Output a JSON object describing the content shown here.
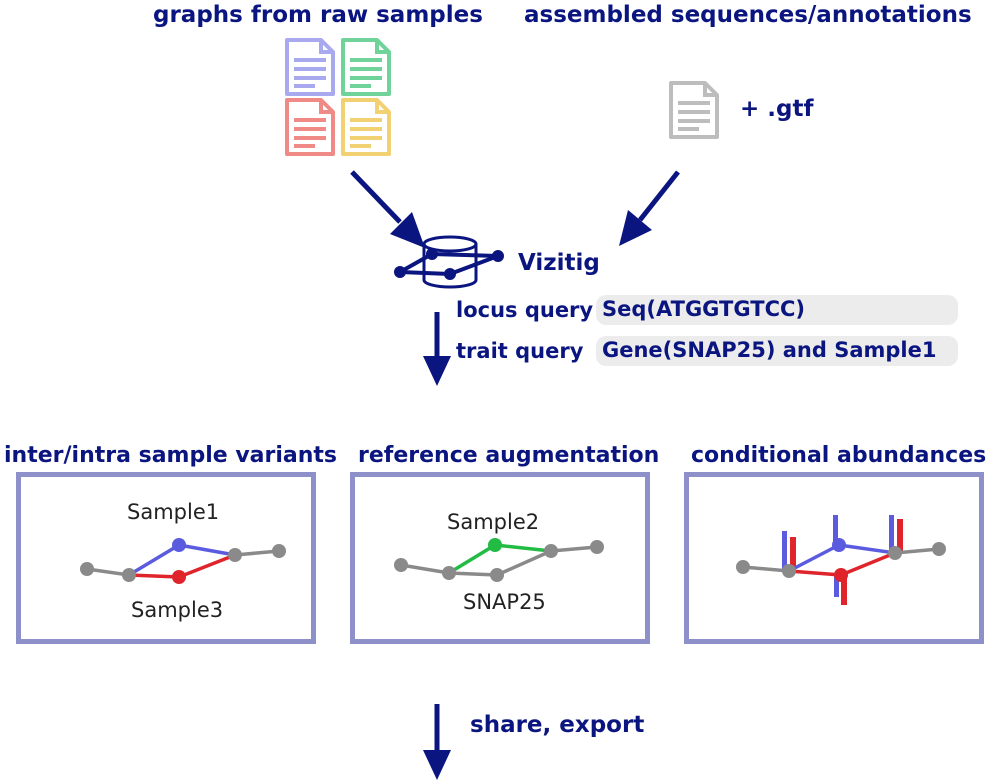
{
  "inputs": {
    "raw_samples_title": "graphs from raw samples",
    "assembled_title": "assembled sequences/annotations",
    "gtf_label": "+ .gtf"
  },
  "tool": {
    "name": "Vizitig"
  },
  "queries": [
    {
      "label": "locus query",
      "value": "Seq(ATGGTGTCC)"
    },
    {
      "label": "trait query",
      "value": "Gene(SNAP25) and Sample1"
    }
  ],
  "panels": [
    {
      "title": "inter/intra sample variants",
      "labels": [
        "Sample1",
        "Sample3"
      ]
    },
    {
      "title": "reference augmentation",
      "labels": [
        "Sample2",
        "SNAP25"
      ]
    },
    {
      "title": "conditional abundances",
      "labels": []
    }
  ],
  "output": {
    "label": "share, export"
  },
  "colors": {
    "navy": "#0b1580",
    "panel_border": "#8e90c9",
    "node_gray": "#8a8a8a",
    "blue": "#5b5be0",
    "red": "#e0242b",
    "green": "#22bb44",
    "doc_blue": "#a9a9ef",
    "doc_green": "#6fd39a",
    "doc_red": "#ef8a86",
    "doc_yellow": "#f1d172",
    "doc_gray": "#bdbdbd"
  },
  "icons": [
    "document-icon",
    "database-graph-icon",
    "arrow-icon"
  ]
}
